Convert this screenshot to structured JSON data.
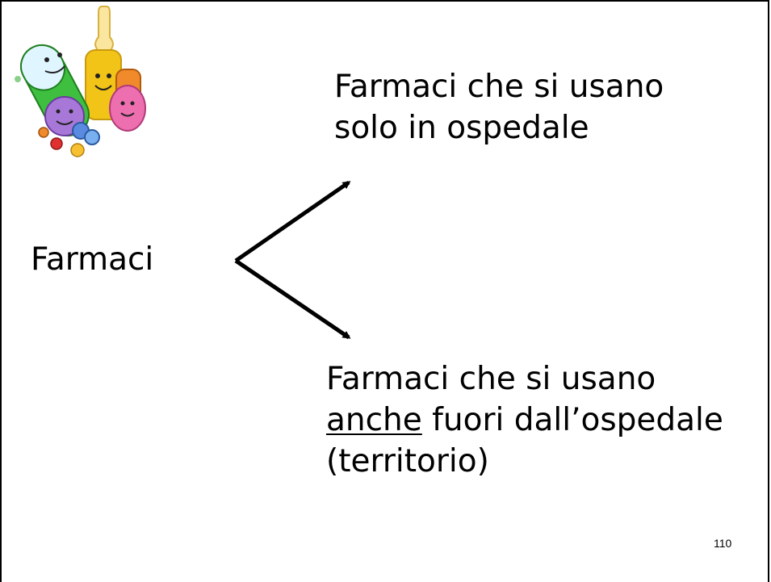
{
  "slide": {
    "center_label": "Farmaci",
    "branch_top": {
      "lines": [
        "Farmaci che si usano",
        "solo in ospedale"
      ]
    },
    "branch_bottom": {
      "line1": "Farmaci che si usano",
      "line2_underlined": "anche",
      "line2_rest": " fuori dall’ospedale",
      "line3": "(territorio)"
    },
    "page_number": "110"
  },
  "illustration": {
    "icon": "smiling-medicine-pills-icon",
    "colors": {
      "green_capsule": "#3fbf3f",
      "yellow_ampoule": "#f2c418",
      "pink_pill": "#ee6fb0",
      "purple_pill": "#a878d8",
      "blue_tablet": "#5a8be0",
      "orange_bottle": "#f08a2a",
      "red_dot": "#e03030"
    }
  }
}
